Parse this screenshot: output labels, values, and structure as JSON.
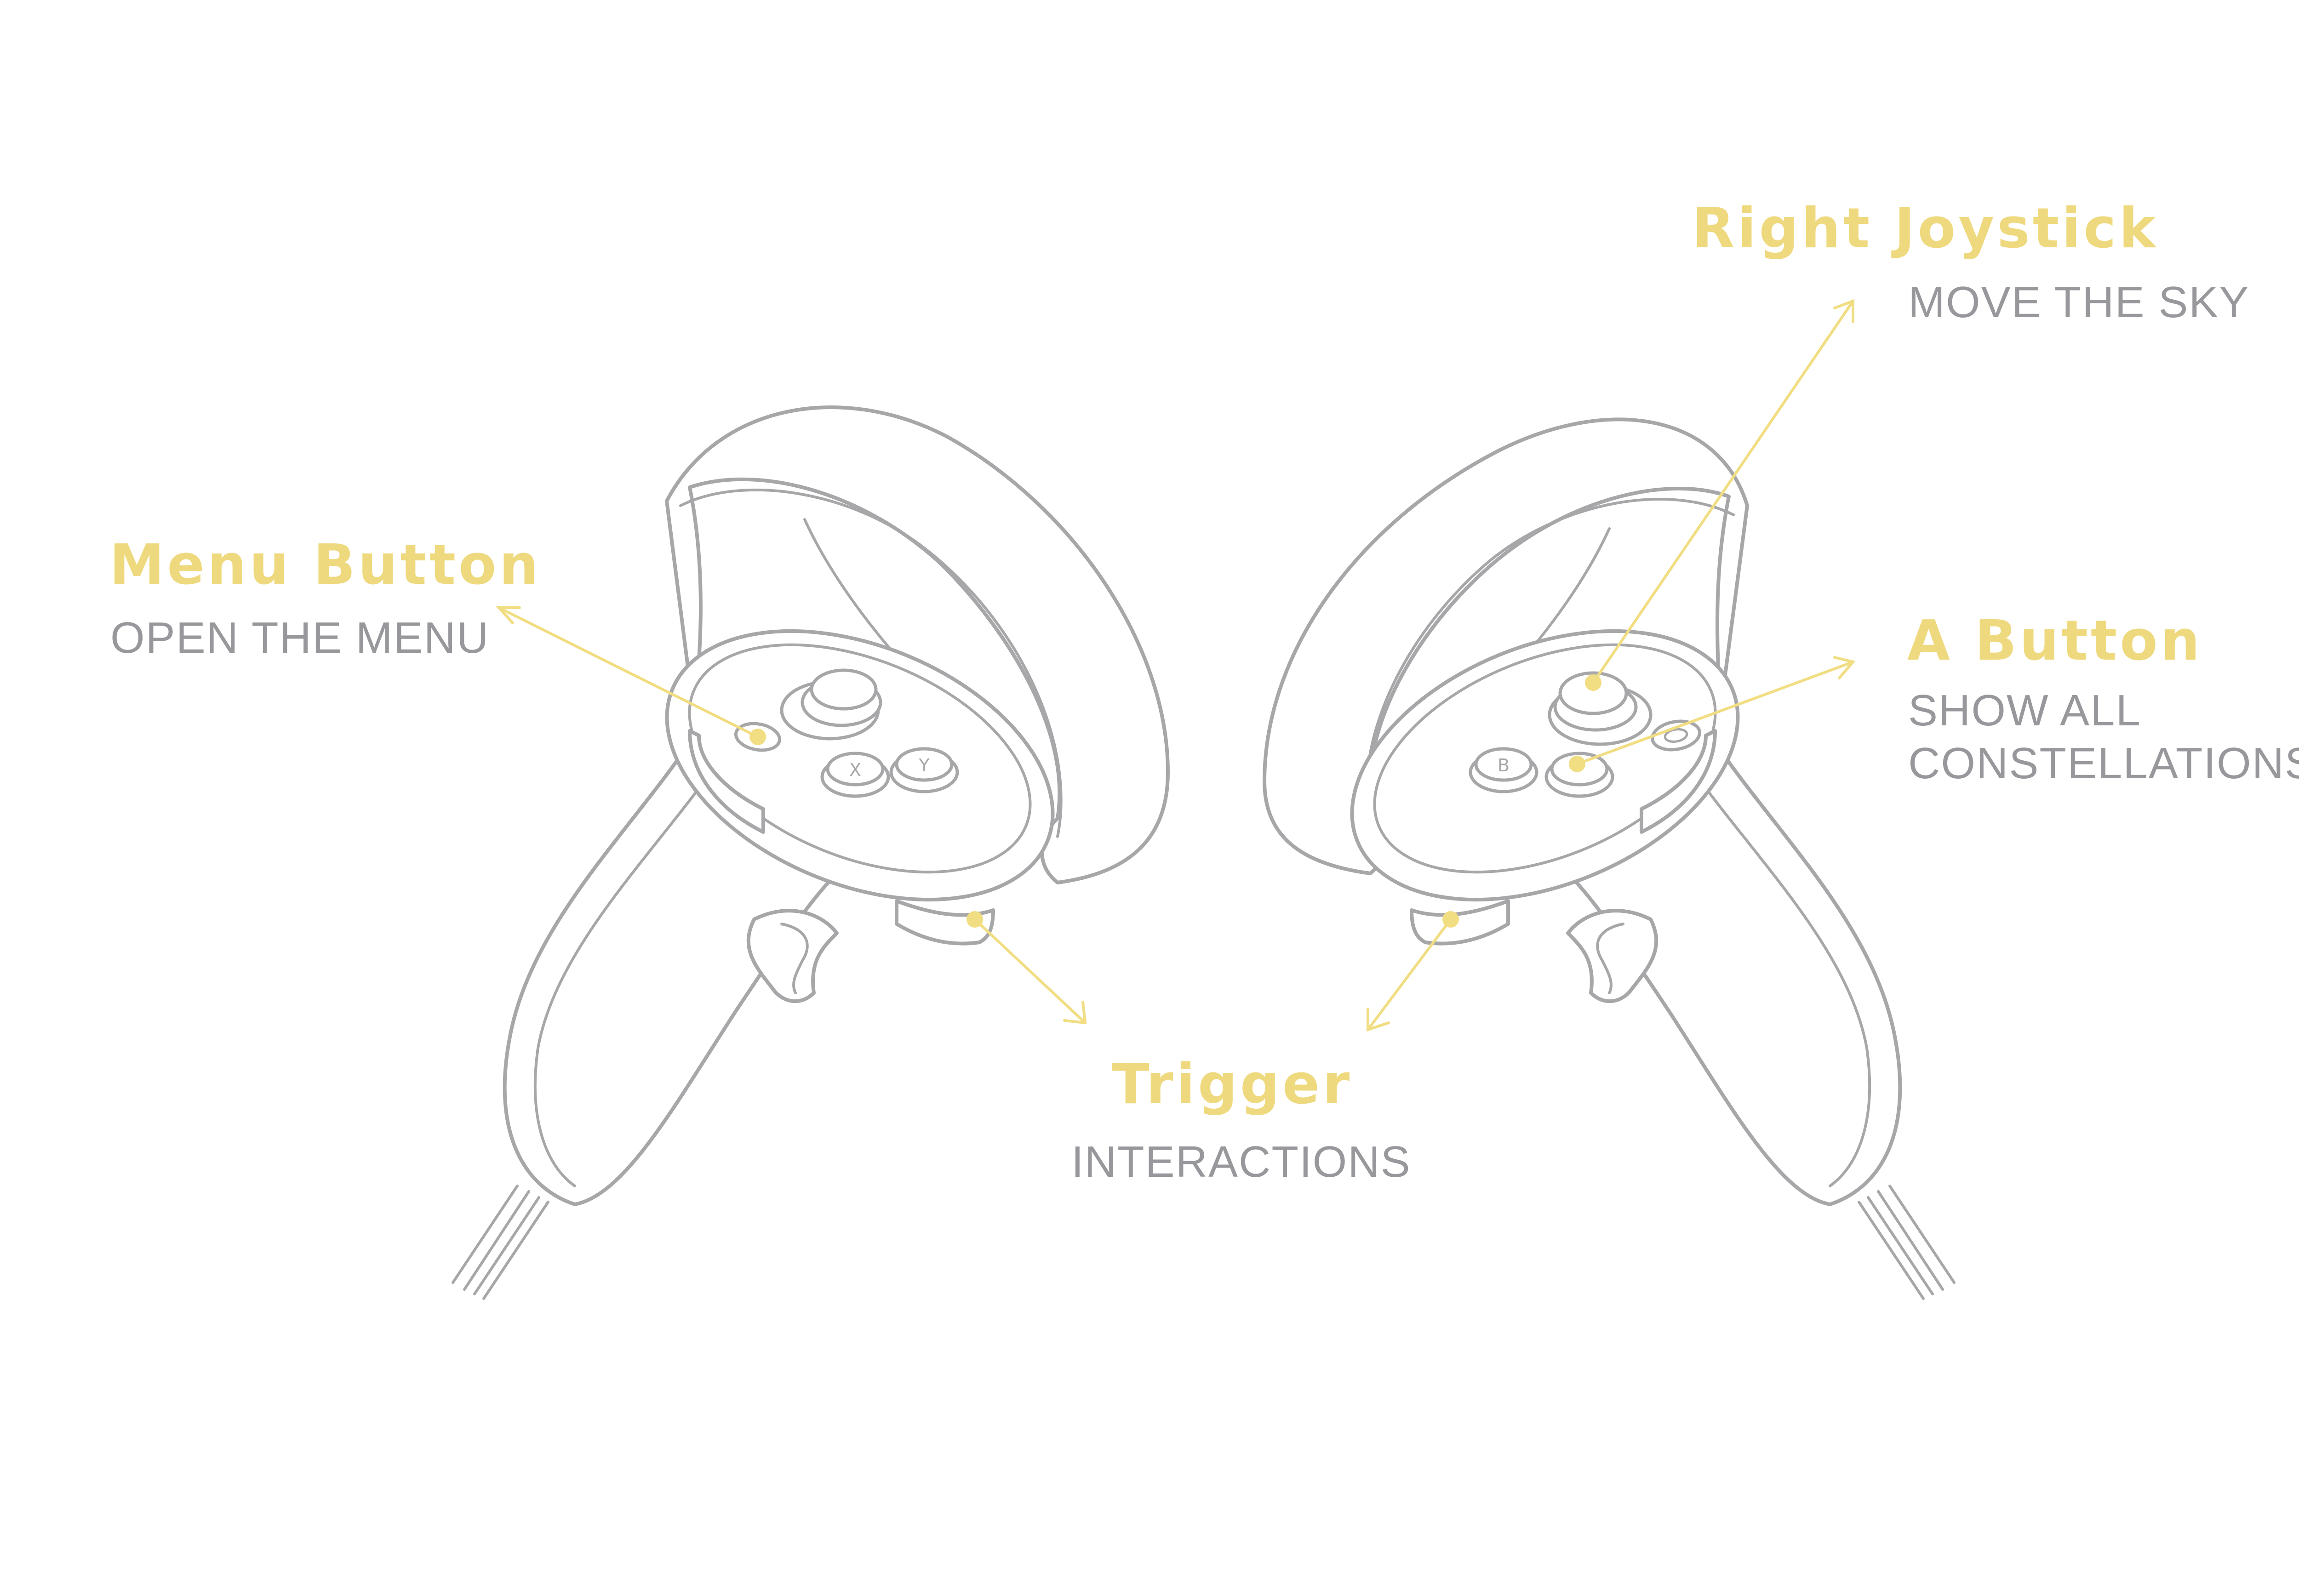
{
  "callouts": {
    "menu_button": {
      "title": "Menu Button",
      "desc": "OPEN THE MENU"
    },
    "right_joystick": {
      "title": "Right Joystick",
      "desc": "MOVE THE SKY"
    },
    "a_button": {
      "title": "A Button",
      "desc_line1": "SHOW ALL",
      "desc_line2": "CONSTELLATIONS"
    },
    "trigger": {
      "title": "Trigger",
      "desc": "INTERACTIONS"
    }
  },
  "controllers": {
    "left": {
      "buttons": [
        "X",
        "Y"
      ]
    },
    "right": {
      "buttons": [
        "B",
        "A"
      ]
    }
  },
  "colors": {
    "accent": "#efd97e",
    "outline": "#a7a7aa",
    "caption": "#98989c",
    "background": "#ffffff"
  }
}
